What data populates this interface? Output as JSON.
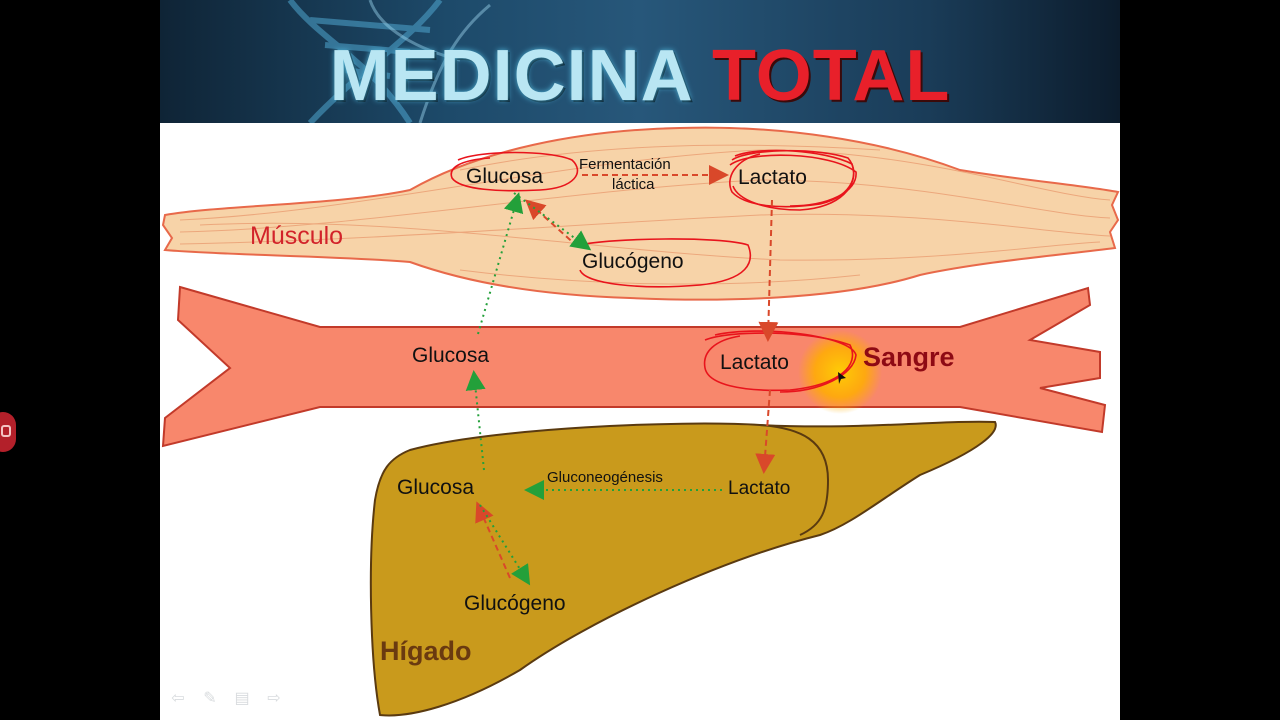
{
  "banner": {
    "word1": "MEDICINA",
    "word2": "TOTAL"
  },
  "labels": {
    "muscle_glucose": "Glucosa",
    "fermentation_line1": "Fermentación",
    "fermentation_line2": "láctica",
    "muscle_lactate": "Lactato",
    "muscle_title": "Músculo",
    "muscle_glycogen": "Glucógeno",
    "blood_glucose": "Glucosa",
    "blood_lactate": "Lactato",
    "blood_title": "Sangre",
    "liver_glucose": "Glucosa",
    "gluconeogenesis": "Gluconeogénesis",
    "liver_lactate": "Lactato",
    "liver_glycogen": "Glucógeno",
    "liver_title": "Hígado"
  },
  "colors": {
    "muscle_fill": "#f7d3a8",
    "muscle_stroke": "#e8694a",
    "blood_fill": "#f8876c",
    "blood_stroke": "#c23a2a",
    "liver_fill": "#c99a1c",
    "liver_stroke": "#5a3a10",
    "annotation_red": "#e8141c",
    "arrow_red": "#d9482a",
    "arrow_green": "#23a03a",
    "muscle_title": "#d2232a",
    "blood_title": "#8e0a14",
    "liver_title": "#6a3a10",
    "highlight": "#ffb000"
  },
  "icons": {
    "side_button": "camera-icon",
    "tools": [
      "arrow-left-icon",
      "pen-icon",
      "menu-icon",
      "arrow-right-icon"
    ]
  }
}
